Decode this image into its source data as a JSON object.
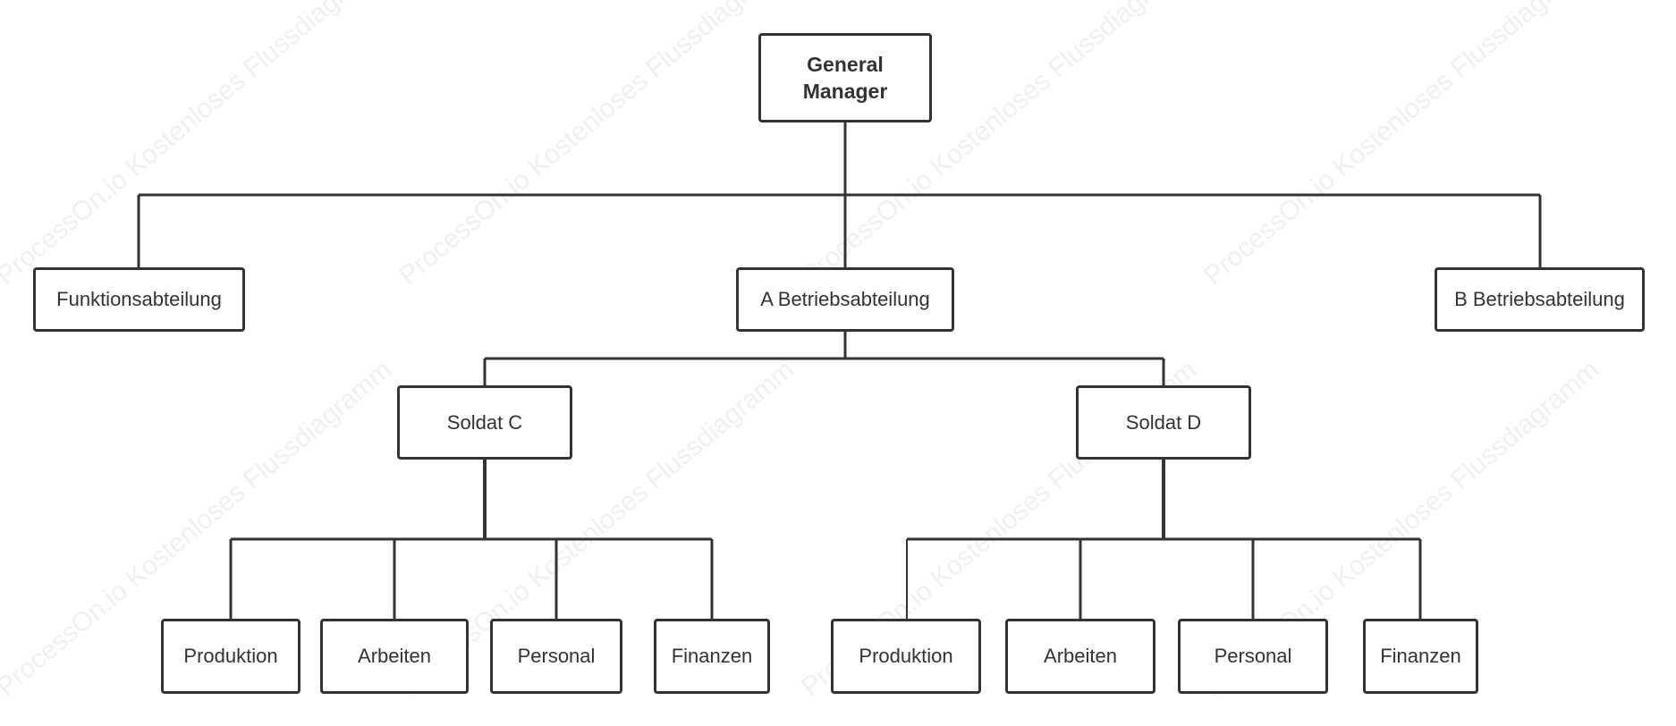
{
  "watermark": "ProcessOn.io Kostenloses Flussdiagramm",
  "nodes": {
    "root": {
      "line1": "General",
      "line2": "Manager"
    },
    "funktion": "Funktionsabteilung",
    "a_betrieb": "A Betriebsabteilung",
    "b_betrieb": "B Betriebsabteilung",
    "soldat_c": "Soldat C",
    "soldat_d": "Soldat D",
    "c_children": [
      "Produktion",
      "Arbeiten",
      "Personal",
      "Finanzen"
    ],
    "d_children": [
      "Produktion",
      "Arbeiten",
      "Personal",
      "Finanzen"
    ]
  },
  "colors": {
    "line": "#333333",
    "border": "#333333",
    "background": "#ffffff",
    "text": "#333333"
  }
}
